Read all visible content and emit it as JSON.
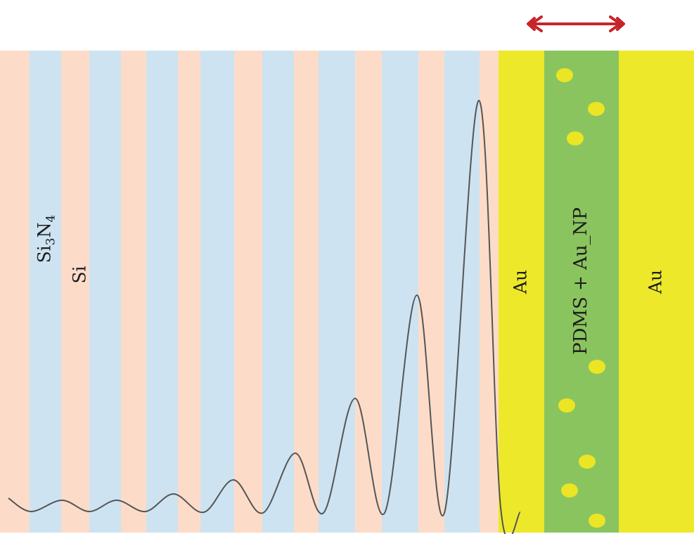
{
  "labels": {
    "si3n4": {
      "base": "Si",
      "sub1": "3",
      "mid": "N",
      "sub2": "4"
    },
    "si": "Si",
    "au_left": "Au",
    "pdms": "PDMS + Au_NP",
    "au_right": "Au"
  },
  "colors": {
    "si_stripe": "#fcdcc9",
    "si3n4_stripe": "#cde3f1",
    "au": "#ede82a",
    "pdms": "#8ac45e",
    "nanoparticle": "#ebe524",
    "field_curve": "#555555",
    "arrow": "#c7242a"
  },
  "structure": {
    "bilayer_periods": 8,
    "layer_order": [
      "Si",
      "Si3N4"
    ],
    "stack_order": [
      "DBR",
      "Au",
      "PDMS + Au_NP",
      "Au"
    ],
    "pdms_nanoparticle_count": 8
  },
  "icons": {
    "thickness_arrow": "double-headed-arrow-icon",
    "nanoparticle": "circle"
  }
}
